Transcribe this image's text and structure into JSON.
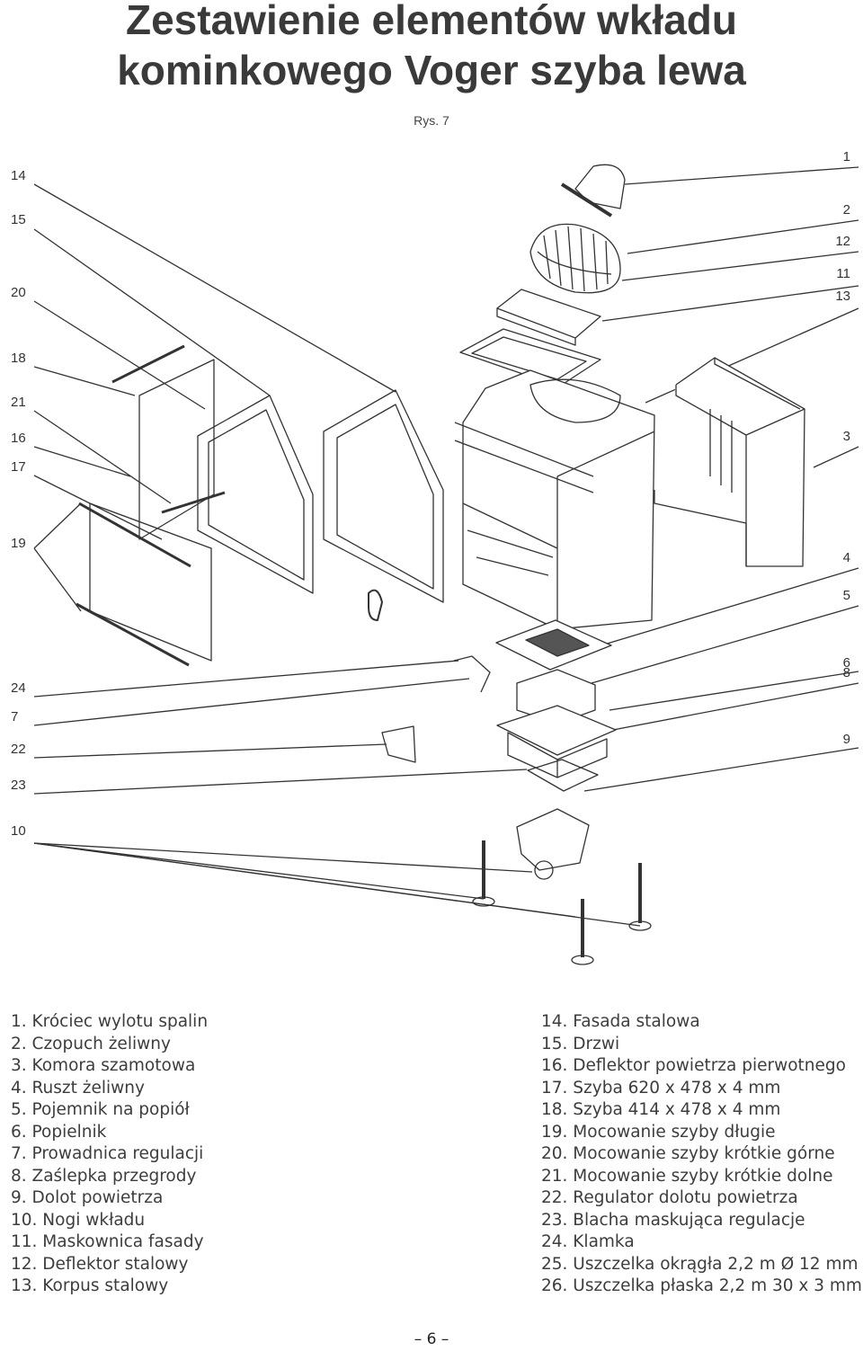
{
  "title_line1": "Zestawienie elementów wkładu",
  "title_line2": "kominkowego Voger szyba lewa",
  "figure_label": "Rys. 7",
  "callouts_left": [
    "14",
    "15",
    "20",
    "18",
    "21",
    "16",
    "17",
    "19",
    "24",
    "7",
    "22",
    "23",
    "10"
  ],
  "callouts_right": [
    "1",
    "2",
    "12",
    "11",
    "13",
    "3",
    "4",
    "5",
    "6",
    "8",
    "9"
  ],
  "legend_left": [
    "1. Króciec wylotu spalin",
    "2. Czopuch żeliwny",
    "3. Komora szamotowa",
    "4. Ruszt żeliwny",
    "5. Pojemnik na popiół",
    "6. Popielnik",
    "7. Prowadnica regulacji",
    "8. Zaślepka przegrody",
    "9. Dolot powietrza",
    "10. Nogi wkładu",
    "11. Maskownica fasady",
    "12. Deflektor stalowy",
    "13. Korpus stalowy"
  ],
  "legend_right": [
    "14. Fasada stalowa",
    "15. Drzwi",
    "16. Deflektor powietrza pierwotnego",
    "17. Szyba 620 x 478 x 4 mm",
    "18. Szyba 414 x 478 x 4 mm",
    "19. Mocowanie szyby długie",
    "20. Mocowanie szyby krótkie górne",
    "21. Mocowanie szyby krótkie dolne",
    "22. Regulator dolotu powietrza",
    "23. Blacha maskująca regulacje",
    "24. Klamka",
    "25. Uszczelka okrągła 2,2 m Ø 12 mm",
    "26. Uszczelka płaska 2,2 m 30 x 3 mm"
  ],
  "page_number": "– 6 –"
}
